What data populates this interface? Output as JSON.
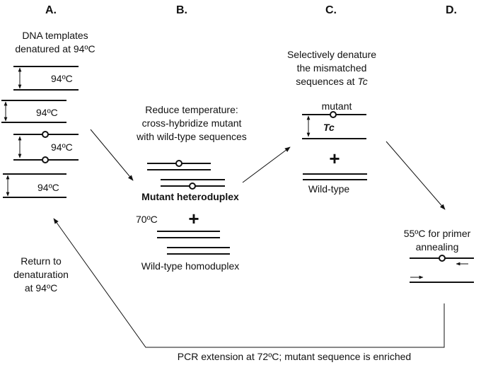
{
  "panels": {
    "a": {
      "letter": "A.",
      "title_lines": [
        "DNA templates",
        "denatured at 94ºC"
      ],
      "temps": [
        "94ºC",
        "94ºC",
        "94ºC",
        "94ºC"
      ]
    },
    "b": {
      "letter": "B.",
      "title_lines": [
        "Reduce temperature:",
        "cross-hybridize mutant",
        "with wild-type sequences"
      ],
      "heteroduplex_label": "Mutant heteroduplex",
      "temp": "70ºC",
      "plus": "+",
      "homoduplex_label": "Wild-type homoduplex"
    },
    "c": {
      "letter": "C.",
      "title_lines": [
        "Selectively denature",
        "the mismatched",
        "sequences at "
      ],
      "title_tc": "Tc",
      "mutant_label": "mutant",
      "tc_label": "Tc",
      "plus": "+",
      "wildtype_label": "Wild-type"
    },
    "d": {
      "letter": "D.",
      "annealing_lines": [
        "55ºC for primer",
        "annealing"
      ]
    }
  },
  "return_lines": [
    "Return to",
    "denaturation",
    "at 94ºC"
  ],
  "extension_label": "PCR extension at 72ºC; mutant sequence is enriched",
  "colors": {
    "ink": "#111111",
    "background": "#ffffff"
  }
}
